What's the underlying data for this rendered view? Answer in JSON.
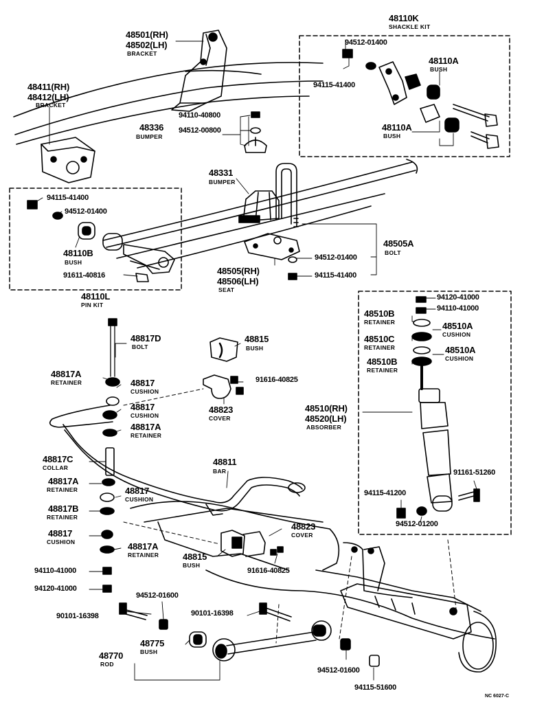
{
  "labels": {
    "bracket_rh": "48501(RH)",
    "bracket_lh": "48502(LH)",
    "bracket_name": "BRACKET",
    "rear_bracket_rh": "48411(RH)",
    "rear_bracket_lh": "48412(LH)",
    "rear_bracket_name": "BRACKET",
    "bumper_nut": "94110-40800",
    "bumper_washer": "94512-00800",
    "bumper_num": "48336",
    "bumper_name": "BUMPER",
    "shackle_kit_num": "48110K",
    "shackle_kit_name": "SHACKLE KIT",
    "shackle_washer": "94512-01400",
    "shackle_nut": "94115-41400",
    "shackle_bush_a1": "48110A",
    "shackle_bush_a1_name": "BUSH",
    "shackle_bush_a2": "48110A",
    "shackle_bush_a2_name": "BUSH",
    "bumper2_num": "48331",
    "bumper2_name": "BUMPER",
    "pin_nut": "94115-41400",
    "pin_washer": "94512-01400",
    "pin_bush": "48110B",
    "pin_bush_name": "BUSH",
    "pin_bolt": "91611-40816",
    "pin_kit_num": "48110L",
    "pin_kit_name": "PIN KIT",
    "ubolt_washer": "94512-01400",
    "ubolt_nut": "94115-41400",
    "ubolt_num": "48505A",
    "ubolt_name": "BOLT",
    "seat_rh": "48505(RH)",
    "seat_lh": "48506(LH)",
    "seat_name": "SEAT",
    "abs_nut1": "94120-41000",
    "abs_nut2": "94110-41000",
    "abs_ret1": "48510B",
    "abs_ret1_name": "RETAINER",
    "abs_cush1": "48510A",
    "abs_cush1_name": "CUSHION",
    "abs_ret2": "48510C",
    "abs_ret2_name": "RETAINER",
    "abs_cush2": "48510A",
    "abs_cush2_name": "CUSHION",
    "abs_ret3": "48510B",
    "abs_ret3_name": "RETAINER",
    "absorber_rh": "48510(RH)",
    "absorber_lh": "48520(LH)",
    "absorber_name": "ABSORBER",
    "abs_bolt": "91161-51260",
    "abs_low_nut": "94115-41200",
    "abs_low_washer": "94512-01200",
    "link_bolt": "48817D",
    "link_bolt_name": "BOLT",
    "link_ret1": "48817A",
    "link_ret1_name": "RETAINER",
    "link_cush1": "48817",
    "link_cush1_name": "CUSHION",
    "link_cush2": "48817",
    "link_cush2_name": "CUSHION",
    "link_ret2": "48817A",
    "link_ret2_name": "RETAINER",
    "collar": "48817C",
    "collar_name": "COLLAR",
    "link_ret3": "48817A",
    "link_ret3_name": "RETAINER",
    "link_cush3": "48817",
    "link_cush3_name": "CUSHION",
    "link_ret4": "48817B",
    "link_ret4_name": "RETAINER",
    "link_cush4": "48817",
    "link_cush4_name": "CUSHION",
    "link_ret5": "48817A",
    "link_ret5_name": "RETAINER",
    "link_nut1": "94110-41000",
    "link_nut2": "94120-41000",
    "stab_bush_top": "48815",
    "stab_bush_top_name": "BUSH",
    "stab_bolt_top": "91616-40825",
    "cover_top": "48823",
    "cover_top_name": "COVER",
    "bar": "48811",
    "bar_name": "BAR",
    "cover_low": "48823",
    "cover_low_name": "COVER",
    "stab_bush_low": "48815",
    "stab_bush_low_name": "BUSH",
    "stab_bolt_low": "91616-40825",
    "rod_washer": "94512-01600",
    "rod_bolt1": "90101-16398",
    "rod_bolt2": "90101-16398",
    "rod_bush": "48775",
    "rod_bush_name": "BUSH",
    "rod": "48770",
    "rod_name": "ROD",
    "rod_washer2": "94512-01600",
    "rod_nut": "94115-51600",
    "drawing_code": "NC 6027-C"
  }
}
